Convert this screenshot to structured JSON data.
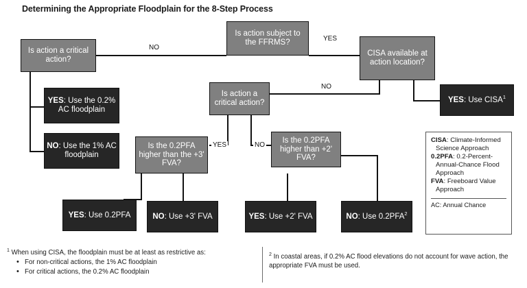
{
  "title": "Determining the Appropriate Floodplain for the 8-Step Process",
  "nodes": {
    "q_critical_1": {
      "label": "Is action a critical action?",
      "type": "decision"
    },
    "q_ffrms": {
      "label": "Is action subject to the FFRMS?",
      "type": "decision"
    },
    "q_cisa": {
      "label": "CISA available at action location?",
      "type": "decision"
    },
    "q_critical_2": {
      "label": "Is action a critical action?",
      "type": "decision"
    },
    "q_pfa_3ft": {
      "label": "Is the 0.2PFA higher than the +3' FVA?",
      "type": "decision"
    },
    "q_pfa_2ft": {
      "label": "Is the 0.2PFA higher than +2' FVA?",
      "type": "decision"
    },
    "r_yes_02ac": {
      "prefix": "YES",
      "text": ": Use the 0.2% AC floodplain",
      "type": "result"
    },
    "r_no_1ac": {
      "prefix": "NO",
      "text": ": Use the 1% AC floodplain",
      "type": "result"
    },
    "r_yes_cisa": {
      "prefix": "YES",
      "text": ": Use CISA",
      "sup": "1",
      "type": "result"
    },
    "r_yes_02pfa": {
      "prefix": "YES",
      "text": ": Use 0.2PFA",
      "type": "result"
    },
    "r_no_3fva": {
      "prefix": "NO",
      "text": ": Use +3' FVA",
      "type": "result"
    },
    "r_yes_2fva": {
      "prefix": "YES",
      "text": ": Use +2' FVA",
      "type": "result"
    },
    "r_no_02pfa": {
      "prefix": "NO",
      "text": ": Use 0.2PFA",
      "sup": "2",
      "type": "result"
    }
  },
  "edge_labels": {
    "ffrms_no": "NO",
    "ffrms_yes": "YES",
    "cisa_no": "NO",
    "critical2_yes": "YES",
    "critical2_no": "NO"
  },
  "legend": {
    "cisa_term": "CISA",
    "cisa_def": ": Climate-Informed Science Approach",
    "pfa_term": "0.2PFA",
    "pfa_def": ": 0.2-Percent-Annual-Chance Flood Approach",
    "fva_term": "FVA",
    "fva_def": ": Freeboard Value Approach",
    "ac_line": "AC: Annual Chance"
  },
  "footnotes": {
    "one_marker": "1",
    "one_lead": "When using CISA, the floodplain must be at least as restrictive as:",
    "one_bullets": [
      "For non-critical actions, the 1% AC floodplain",
      "For critical actions, the 0.2% AC floodplain"
    ],
    "two_marker": "2",
    "two_text": "In coastal areas, if 0.2% AC flood elevations do not account for wave action, the appropriate FVA must be used."
  },
  "colors": {
    "decision_fill": "#808080",
    "result_fill": "#262626",
    "line": "#111111",
    "text_on_box": "#ffffff",
    "page_text": "#1a1a1a"
  }
}
